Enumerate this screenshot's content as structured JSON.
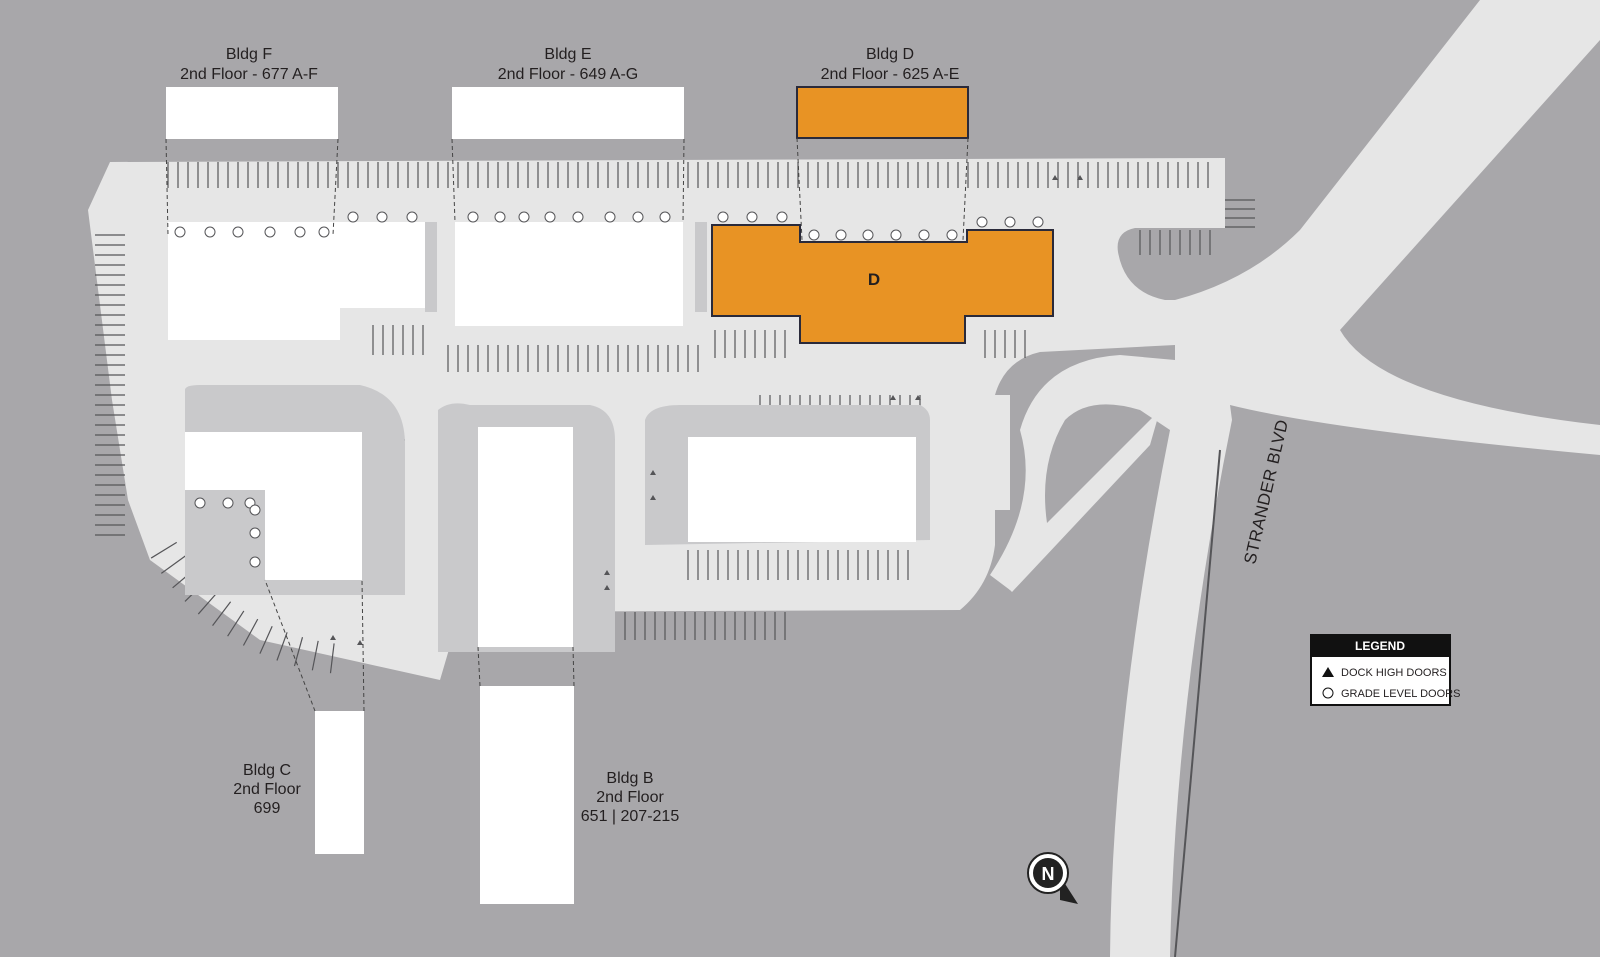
{
  "buildings": {
    "f": {
      "name": "Bldg F",
      "floor": "2nd Floor - 677 A-F"
    },
    "e": {
      "name": "Bldg E",
      "floor": "2nd Floor - 649 A-G"
    },
    "d": {
      "name": "Bldg D",
      "floor": "2nd Floor - 625 A-E",
      "marker": "D"
    },
    "c": {
      "name": "Bldg C",
      "floor": "2nd Floor",
      "units": "699"
    },
    "b": {
      "name": "Bldg B",
      "floor": "2nd Floor",
      "units": "651 | 207-215"
    }
  },
  "road": {
    "name": "STRANDER BLVD"
  },
  "compass": {
    "label": "N"
  },
  "legend": {
    "title": "LEGEND",
    "items": [
      {
        "icon": "triangle-icon",
        "label": "DOCK HIGH DOORS"
      },
      {
        "icon": "circle-icon",
        "label": "GRADE LEVEL DOORS"
      }
    ]
  },
  "colors": {
    "background": "#a8a7aa",
    "paving": "#e6e6e6",
    "building": "#ffffff",
    "highlight": "#e89324",
    "outline": "#2a2a3a"
  }
}
